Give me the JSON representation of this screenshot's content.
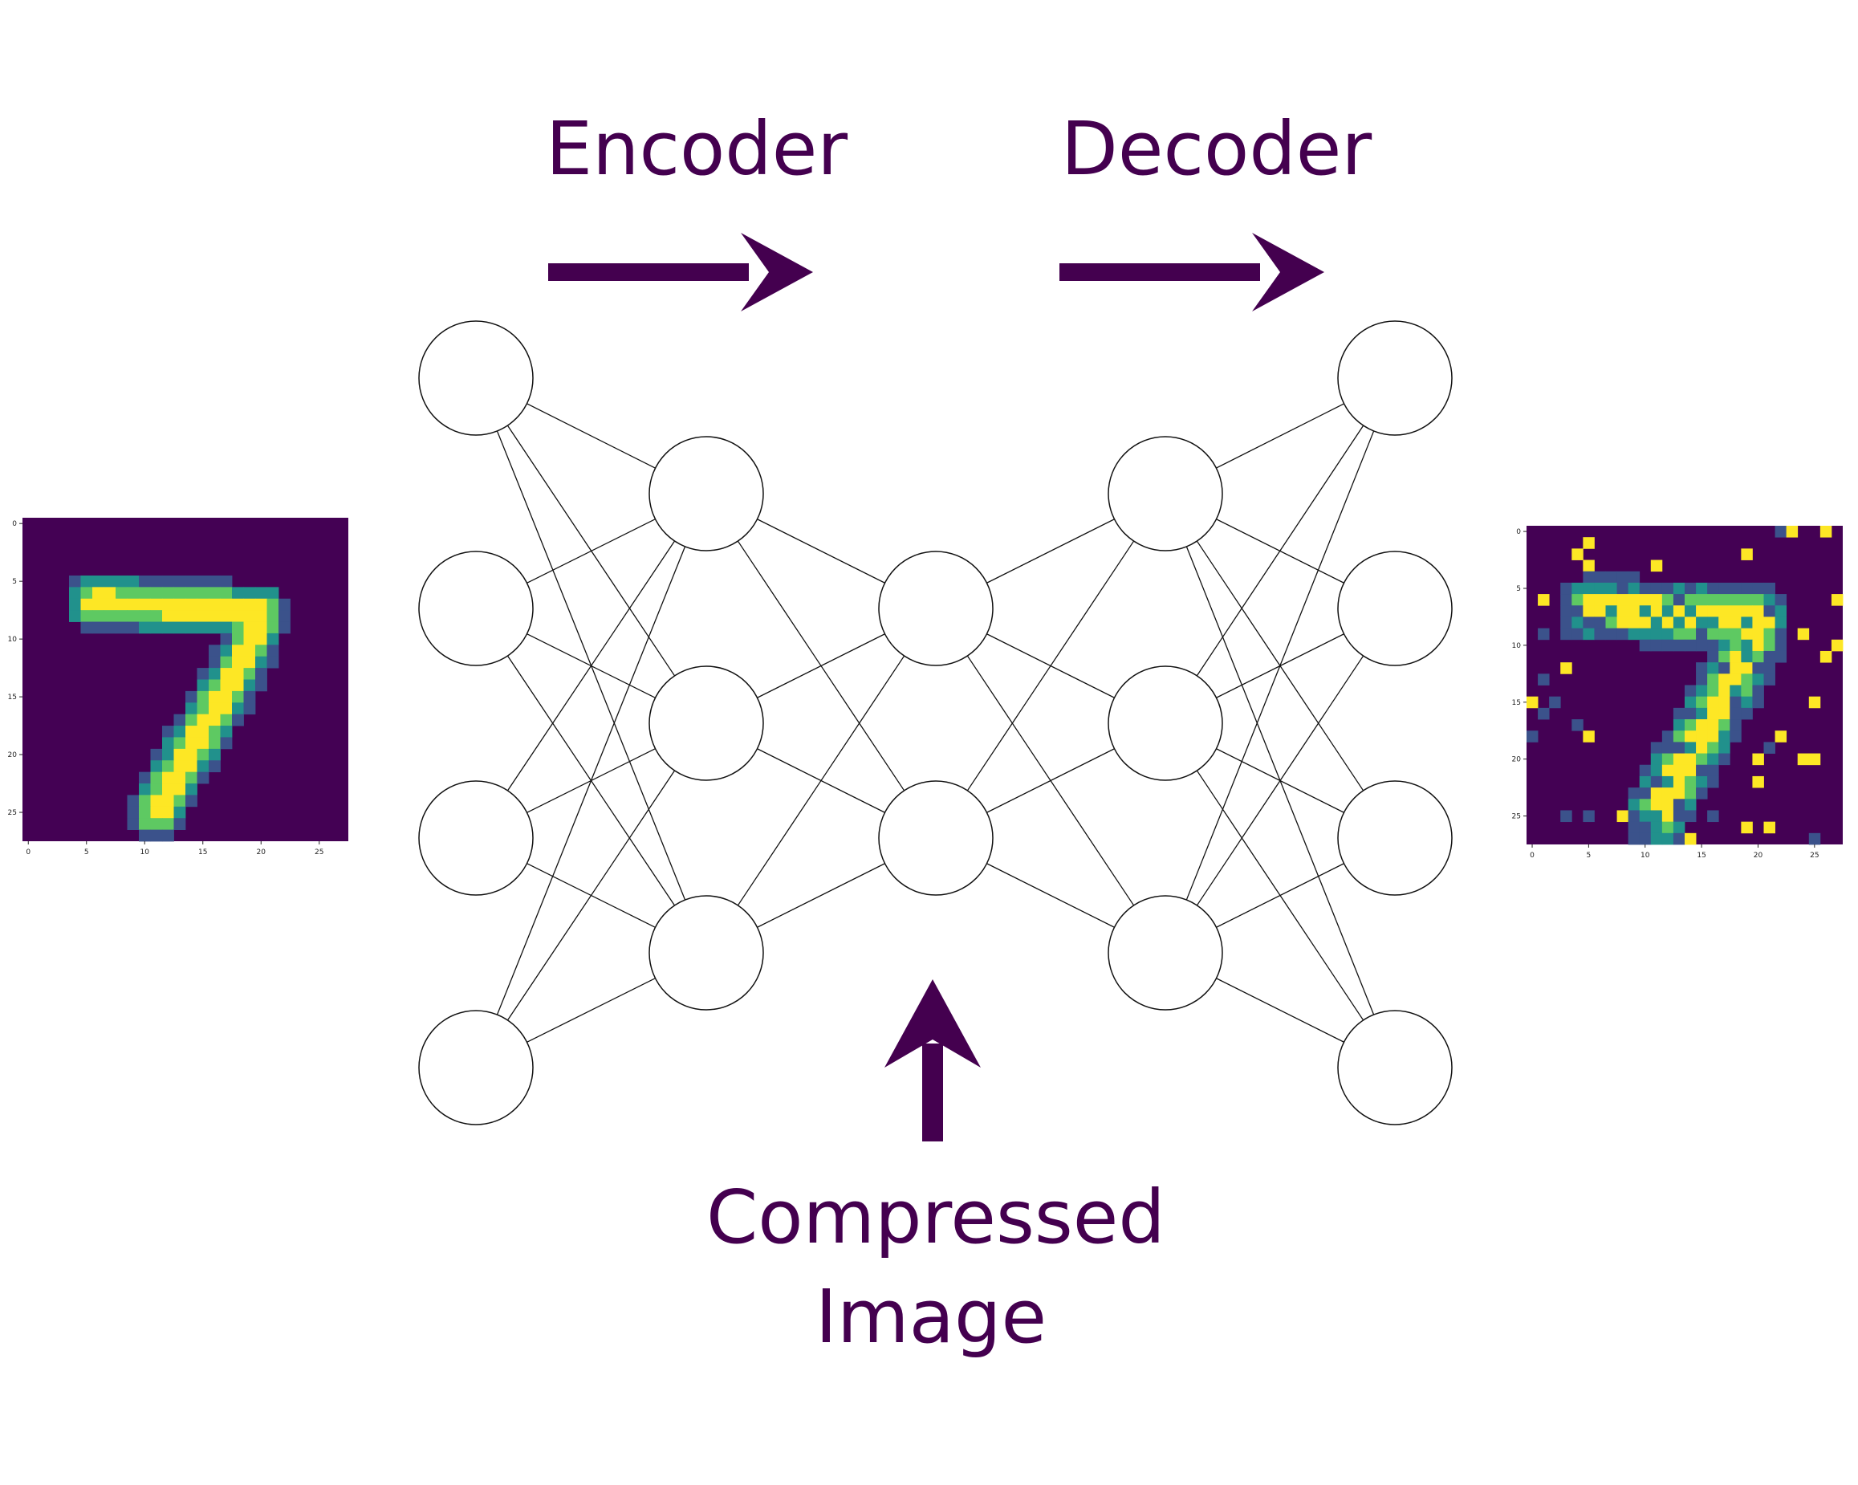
{
  "labels": {
    "encoder": "Encoder",
    "decoder": "Decoder",
    "compressed_line1": "Compressed",
    "compressed_line2": "Image"
  },
  "colors": {
    "accent": "#44004f",
    "viridis_dark": "#440154",
    "viridis_blue": "#3b528b",
    "viridis_teal": "#21918c",
    "viridis_green": "#5ec962",
    "viridis_yellow": "#fde725"
  },
  "network": {
    "layer_sizes": [
      4,
      3,
      2,
      3,
      4
    ]
  },
  "input_image": {
    "x_ticks": [
      "0",
      "5",
      "10",
      "15",
      "20",
      "25"
    ],
    "y_ticks": [
      "0",
      "5",
      "10",
      "15",
      "20",
      "25"
    ]
  },
  "output_image": {
    "x_ticks": [
      "0",
      "5",
      "10",
      "15",
      "20",
      "25"
    ],
    "y_ticks": [
      "0",
      "5",
      "10",
      "15",
      "20",
      "25"
    ]
  }
}
